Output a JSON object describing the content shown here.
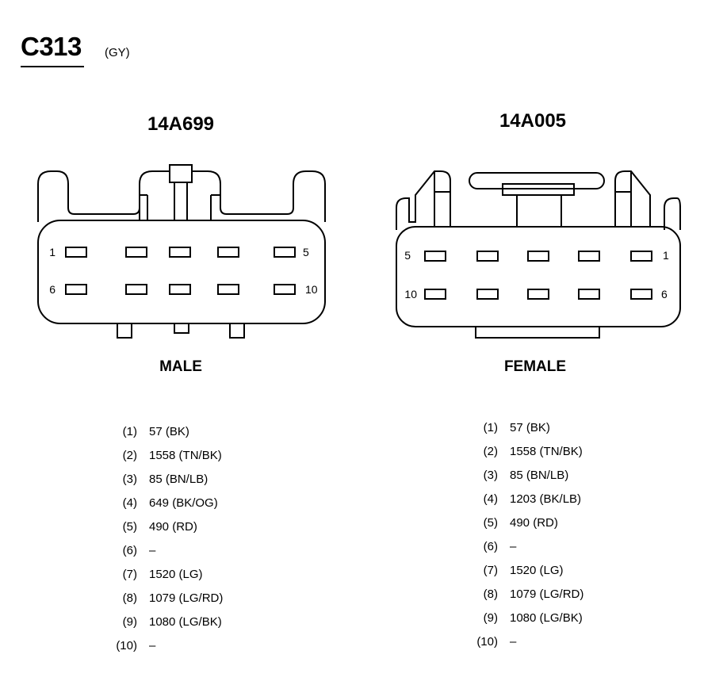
{
  "header": {
    "connector": "C313",
    "color": "(GY)"
  },
  "male": {
    "part_number": "14A699",
    "type_label": "MALE",
    "face_labels": {
      "top_left": "1",
      "top_right": "5",
      "bottom_left": "6",
      "bottom_right": "10"
    },
    "pins": [
      {
        "num": "(1)",
        "wire": "57 (BK)"
      },
      {
        "num": "(2)",
        "wire": "1558 (TN/BK)"
      },
      {
        "num": "(3)",
        "wire": "85 (BN/LB)"
      },
      {
        "num": "(4)",
        "wire": "649 (BK/OG)"
      },
      {
        "num": "(5)",
        "wire": "490 (RD)"
      },
      {
        "num": "(6)",
        "wire": "–"
      },
      {
        "num": "(7)",
        "wire": "1520 (LG)"
      },
      {
        "num": "(8)",
        "wire": "1079 (LG/RD)"
      },
      {
        "num": "(9)",
        "wire": "1080 (LG/BK)"
      },
      {
        "num": "(10)",
        "wire": "–"
      }
    ]
  },
  "female": {
    "part_number": "14A005",
    "type_label": "FEMALE",
    "face_labels": {
      "top_left": "5",
      "top_right": "1",
      "bottom_left": "10",
      "bottom_right": "6"
    },
    "pins": [
      {
        "num": "(1)",
        "wire": "57 (BK)"
      },
      {
        "num": "(2)",
        "wire": "1558 (TN/BK)"
      },
      {
        "num": "(3)",
        "wire": "85 (BN/LB)"
      },
      {
        "num": "(4)",
        "wire": "1203 (BK/LB)"
      },
      {
        "num": "(5)",
        "wire": "490 (RD)"
      },
      {
        "num": "(6)",
        "wire": "–"
      },
      {
        "num": "(7)",
        "wire": "1520 (LG)"
      },
      {
        "num": "(8)",
        "wire": "1079 (LG/RD)"
      },
      {
        "num": "(9)",
        "wire": "1080 (LG/BK)"
      },
      {
        "num": "(10)",
        "wire": "–"
      }
    ]
  }
}
